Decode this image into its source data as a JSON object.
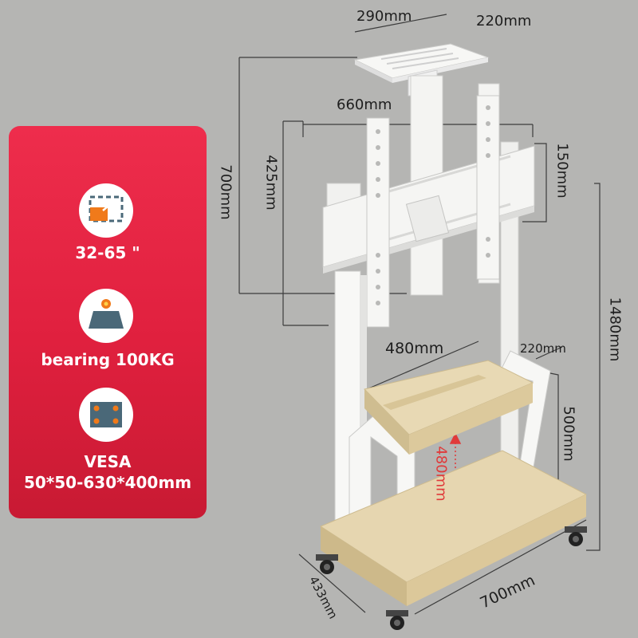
{
  "features": [
    {
      "icon": "screen-size-icon",
      "label": "32-65 \""
    },
    {
      "icon": "weight-icon",
      "label": "bearing 100KG"
    },
    {
      "icon": "vesa-pattern-icon",
      "label": "VESA\n50*50-630*400mm"
    }
  ],
  "dimensions": {
    "tray_width": "290mm",
    "tray_depth": "220mm",
    "bracket_width": "660mm",
    "bracket_height": "425mm",
    "mount_height": "700mm",
    "mount_plate": "150mm",
    "total_height": "1480mm",
    "shelf_width": "480mm",
    "shelf_depth": "220mm",
    "shelf_frame_height": "500mm",
    "shelf_gap": "480mm",
    "base_width": "700mm",
    "base_depth": "433mm"
  },
  "colors": {
    "panel_red": "#e42442",
    "accent_orange": "#f07a1a",
    "icon_slate": "#4a6878",
    "wood": "#e6d6b0",
    "frame_white": "#f7f7f5",
    "dimension_red": "#e03a3a"
  }
}
